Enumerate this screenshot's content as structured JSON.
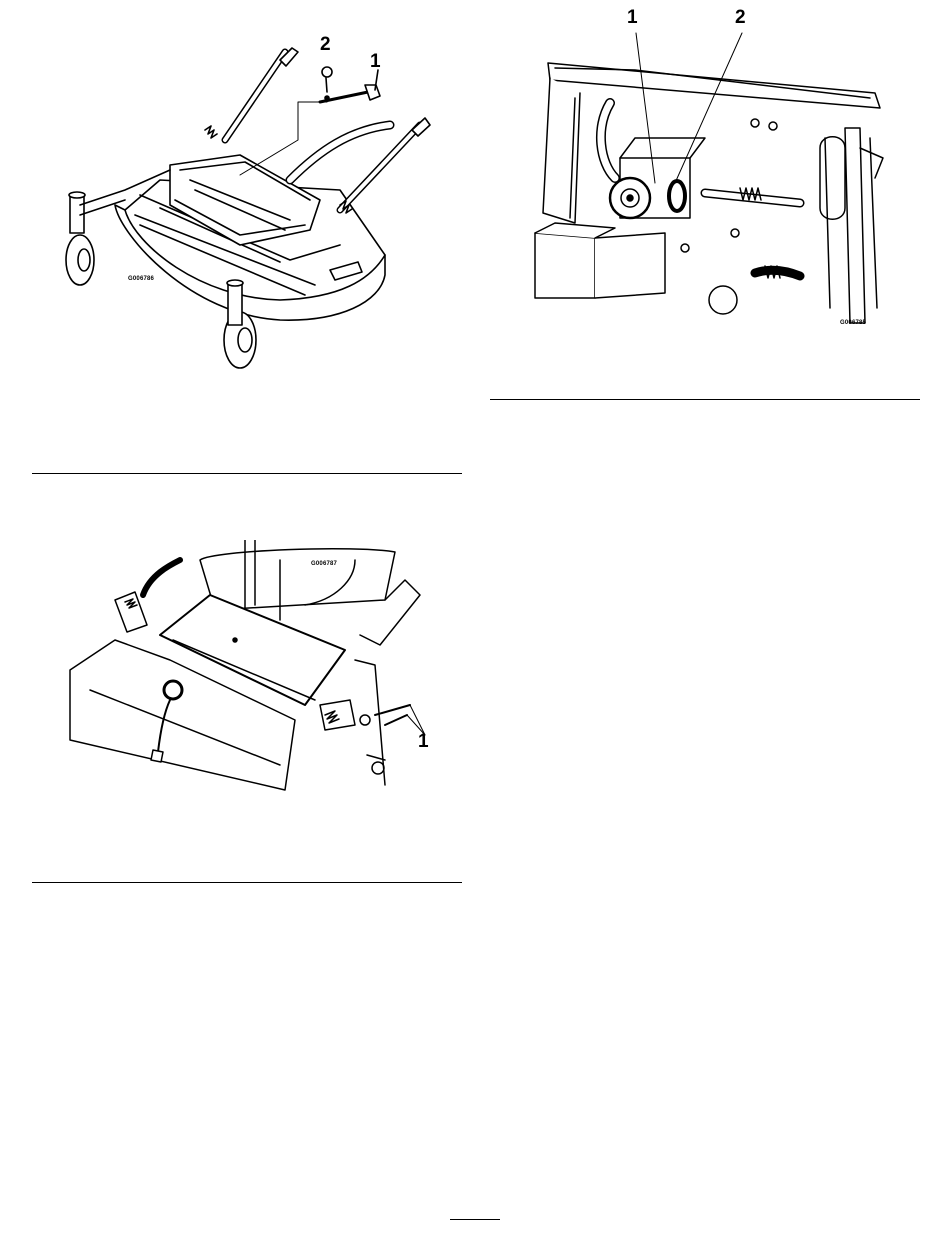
{
  "figures": [
    {
      "graphic_id": "G006786",
      "callouts": [
        "2",
        "1"
      ]
    },
    {
      "graphic_id": "G006785",
      "callouts": [
        "1",
        "2"
      ]
    },
    {
      "graphic_id": "G006787",
      "callouts": [
        "1"
      ]
    }
  ],
  "page_number": ""
}
